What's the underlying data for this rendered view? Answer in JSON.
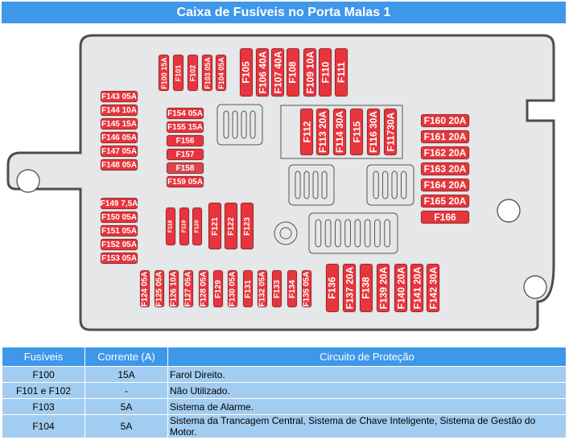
{
  "title": "Caixa de Fusíveis no Porta Malas 1",
  "fuses": {
    "top_small": [
      "F100 15A",
      "F101",
      "F102",
      "F103 05A",
      "F104 05A"
    ],
    "top_large": [
      "F105",
      "F106 40A",
      "F107 40A",
      "F108",
      "F109 10A",
      "F110",
      "F111"
    ],
    "left_col_a": [
      "F143 05A",
      "F144 10A",
      "F145 15A",
      "F146 05A",
      "F147 05A",
      "F148 05A"
    ],
    "left_col_b": [
      "F149 7,5A",
      "F150 05A",
      "F151 05A",
      "F152 05A",
      "F153 05A"
    ],
    "mid_col": [
      "F154 05A",
      "F155 15A",
      "F156",
      "F157",
      "F158",
      "F159 05A"
    ],
    "center_group": [
      "F112",
      "F113 20A",
      "F114 30A",
      "F115",
      "F116 30A",
      "F11730A"
    ],
    "right_col": [
      "F160 20A",
      "F161 20A",
      "F162 20A",
      "F163 20A",
      "F164 20A",
      "F165 20A",
      "F166"
    ],
    "mid_small": [
      "F118",
      "F119",
      "F120"
    ],
    "mid_large": [
      "F121",
      "F122",
      "F123"
    ],
    "bottom_small": [
      "F124 05A",
      "F125 05A",
      "F126 10A",
      "F127 05A",
      "F128 05A",
      "F129",
      "F130 05A",
      "F131",
      "F132 05A",
      "F133",
      "F134",
      "F135 05A"
    ],
    "bottom_large": [
      "F136",
      "F137 20A",
      "F138",
      "F139 20A",
      "F140 20A",
      "F141 20A",
      "F142 30A"
    ]
  },
  "table": {
    "headers": [
      "Fusíveis",
      "Corrente (A)",
      "Circuito de Proteção"
    ],
    "rows": [
      {
        "fuse": "F100",
        "current": "15A",
        "circuit": "Farol Direito."
      },
      {
        "fuse": "F101 e F102",
        "current": "-",
        "circuit": "Não Utilizado."
      },
      {
        "fuse": "F103",
        "current": "5A",
        "circuit": "Sistema de Alarme."
      },
      {
        "fuse": "F104",
        "current": "5A",
        "circuit": "Sistema da Trancagem Central, Sistema de Chave Inteligente, Sistema de Gestão do Motor."
      }
    ]
  }
}
